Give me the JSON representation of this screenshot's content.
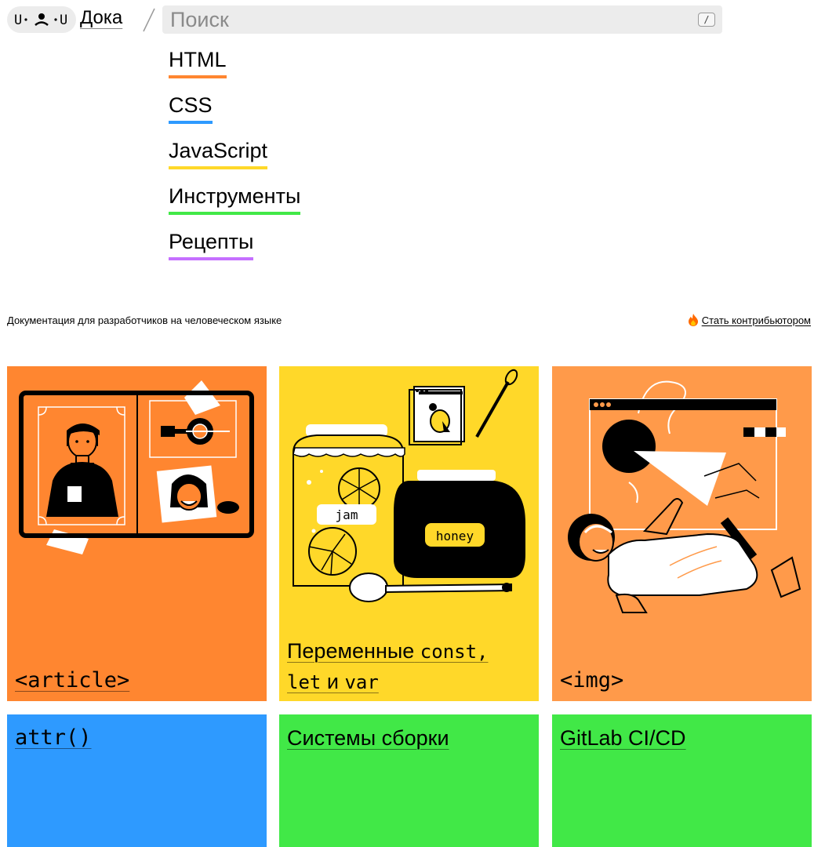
{
  "header": {
    "logo_text": "U·ᴥ·U",
    "site_name": "Дока",
    "search_placeholder": "Поиск",
    "search_shortcut": "/"
  },
  "nav": {
    "items": [
      {
        "label": "HTML",
        "color": "#ff8630"
      },
      {
        "label": "CSS",
        "color": "#2e9aff"
      },
      {
        "label": "JavaScript",
        "color": "#ffd829"
      },
      {
        "label": "Инструменты",
        "color": "#41e847"
      },
      {
        "label": "Рецепты",
        "color": "#c56fff"
      }
    ]
  },
  "strip": {
    "tagline": "Документация для разработчиков на человеческом языке",
    "contribute_label": "Стать контрибьютором",
    "contribute_icon": "fire-icon"
  },
  "cards": [
    {
      "title": "<article>",
      "color": "#ff8630"
    },
    {
      "title_prefix": "Переменные",
      "title_code_1": "const,",
      "title_code_2": "let",
      "title_mid": "и",
      "title_code_3": "var",
      "color": "#ffd829",
      "jar_label": "jam",
      "pot_label": "honey"
    },
    {
      "title": "<img>",
      "color": "#ff9a4a"
    },
    {
      "title": "attr()",
      "color": "#2e9aff"
    },
    {
      "title": "Системы сборки",
      "color": "#41e847"
    },
    {
      "title": "GitLab CI/CD",
      "color": "#41e847"
    }
  ]
}
